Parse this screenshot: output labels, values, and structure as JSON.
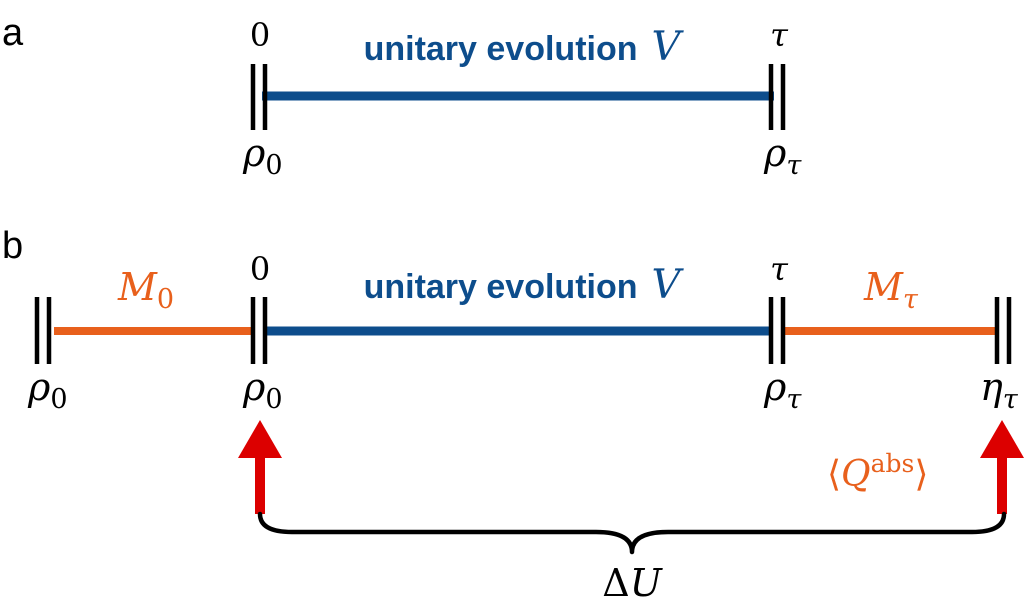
{
  "colors": {
    "unitary": "#0d4d8c",
    "measurement": "#e8601c",
    "arrow": "#dc0000",
    "ink": "#000000"
  },
  "panel_a": {
    "label": "a",
    "time_start": "0",
    "time_end": "τ",
    "process_text": "unitary evolution",
    "process_symbol": "V",
    "state_start": {
      "base": "ρ",
      "sub": "0"
    },
    "state_end": {
      "base": "ρ",
      "sub": "τ"
    }
  },
  "panel_b": {
    "label": "b",
    "time_start": "0",
    "time_end": "τ",
    "process_text": "unitary evolution",
    "process_symbol": "V",
    "measure_start": {
      "base": "M",
      "sub": "0"
    },
    "measure_end": {
      "base": "M",
      "sub": "τ"
    },
    "state_initial": {
      "base": "ρ",
      "sub": "0"
    },
    "state_start": {
      "base": "ρ",
      "sub": "0"
    },
    "state_end": {
      "base": "ρ",
      "sub": "τ"
    },
    "state_final": {
      "base": "η",
      "sub": "τ"
    },
    "heat": {
      "open": "⟨",
      "base": "Q",
      "sup": "abs",
      "close": "⟩"
    },
    "energy_change": {
      "delta": "Δ",
      "base": "U"
    }
  }
}
